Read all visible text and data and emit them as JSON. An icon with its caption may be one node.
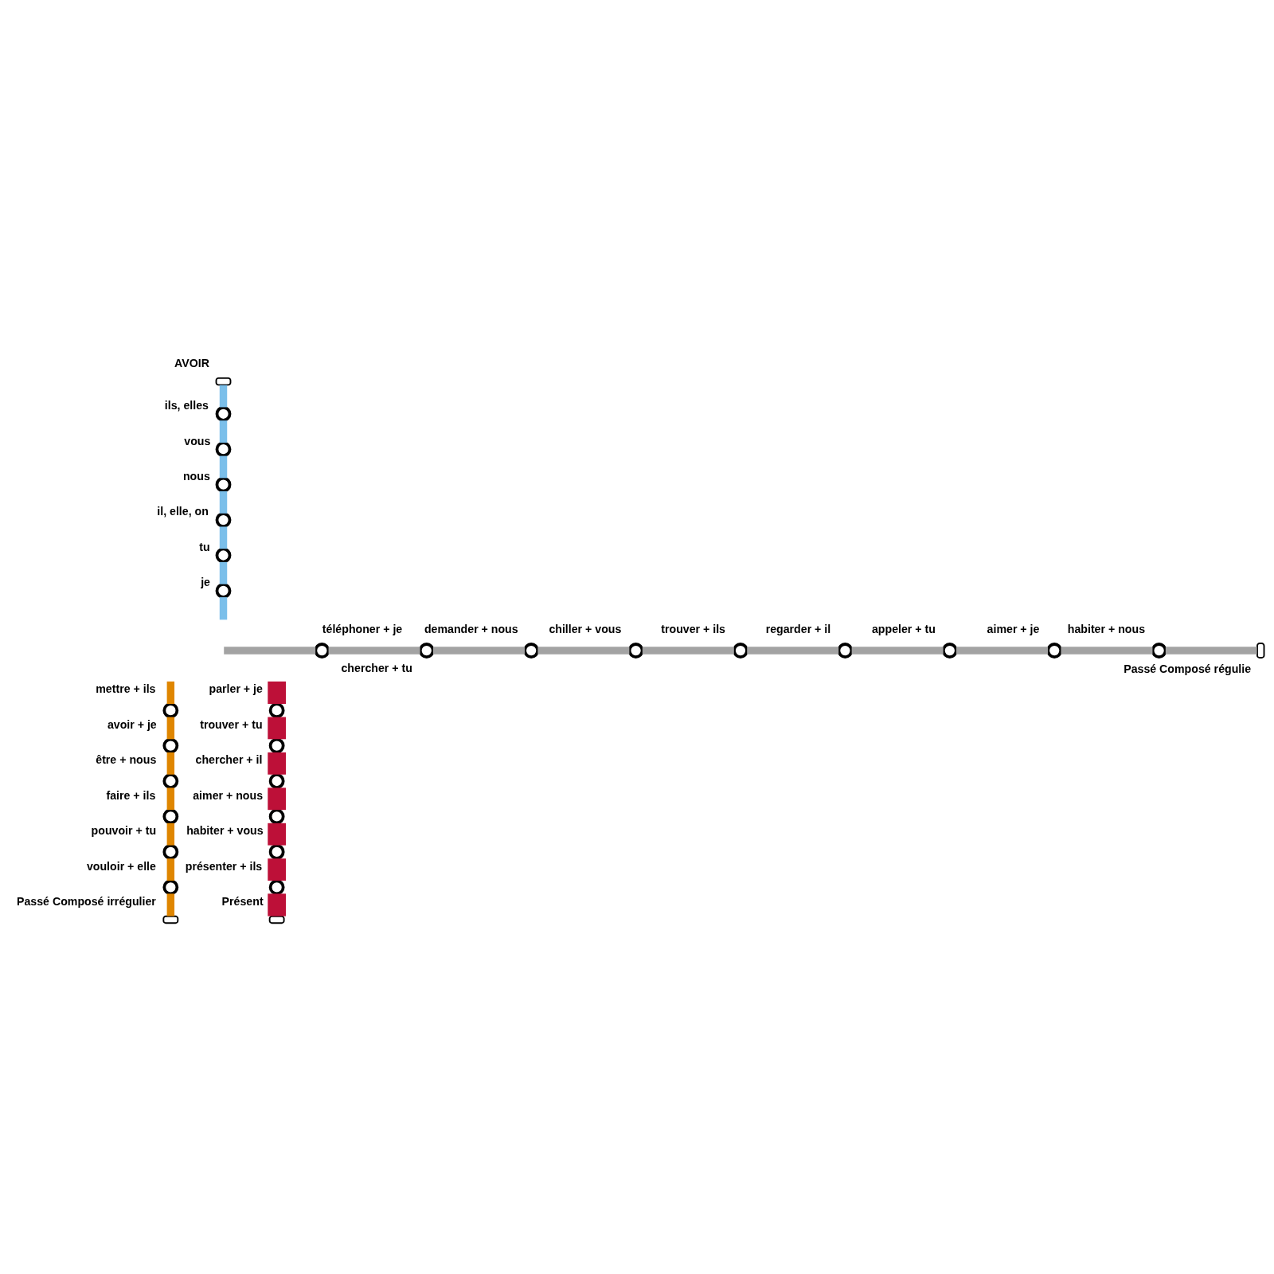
{
  "diagram": {
    "nodes": [
      {
        "text": [],
        "shape": "box",
        "beside": [
          "AVOIR"
        ]
      },
      {
        "text": [],
        "shape": "circle",
        "beside": [
          "ils, elles"
        ]
      },
      {
        "text": [],
        "shape": "circle",
        "beside": [
          "vous"
        ]
      },
      {
        "text": [],
        "shape": "circle",
        "beside": [
          "nous"
        ]
      },
      {
        "text": [],
        "shape": "circle",
        "beside": [
          "il, elle, on"
        ]
      },
      {
        "text": [],
        "shape": "circle",
        "beside": [
          "tu"
        ]
      },
      {
        "text": [],
        "shape": "circle",
        "beside": [
          "je"
        ]
      },
      {
        "text": [],
        "shape": "circle",
        "beside": [
          "téléphoner + je"
        ]
      },
      {
        "text": [],
        "shape": "circle",
        "beside": [
          "chercher + tu"
        ]
      },
      {
        "text": [],
        "shape": "circle",
        "beside": [
          "demander + nous"
        ]
      },
      {
        "text": [],
        "shape": "circle",
        "beside": [
          "chiller + vous"
        ]
      },
      {
        "text": [],
        "shape": "circle",
        "beside": [
          "trouver + ils"
        ]
      },
      {
        "text": [],
        "shape": "circle",
        "beside": [
          "regarder + il"
        ]
      },
      {
        "text": [],
        "shape": "circle",
        "beside": [
          "appeler + tu"
        ]
      },
      {
        "text": [],
        "shape": "circle",
        "beside": [
          "aimer + je"
        ]
      },
      {
        "text": [],
        "shape": "circle",
        "beside": [
          "habiter + nous"
        ]
      },
      {
        "text": [],
        "shape": "box",
        "beside": [
          "Passé Composé régulie"
        ]
      },
      {
        "text": [],
        "shape": "circle",
        "beside": [
          "mettre + ils"
        ]
      },
      {
        "text": [],
        "shape": "circle",
        "beside": [
          "avoir + je"
        ]
      },
      {
        "text": [],
        "shape": "circle",
        "beside": [
          "être + nous"
        ]
      },
      {
        "text": [],
        "shape": "circle",
        "beside": [
          "faire + ils"
        ]
      },
      {
        "text": [],
        "shape": "circle",
        "beside": [
          "pouvoir + tu"
        ]
      },
      {
        "text": [],
        "shape": "circle",
        "beside": [
          "vouloir + elle"
        ]
      },
      {
        "text": [],
        "shape": "box",
        "beside": [
          "Passé Composé irrégulier"
        ]
      },
      {
        "text": [],
        "shape": "circle",
        "beside": [
          "parler + je"
        ]
      },
      {
        "text": [],
        "shape": "circle",
        "beside": [
          "trouver + tu"
        ]
      },
      {
        "text": [],
        "shape": "circle",
        "beside": [
          "chercher + il"
        ]
      },
      {
        "text": [],
        "shape": "circle",
        "beside": [
          "aimer + nous"
        ]
      },
      {
        "text": [],
        "shape": "circle",
        "beside": [
          "habiter + vous"
        ]
      },
      {
        "text": [],
        "shape": "circle",
        "beside": [
          "présenter + ils"
        ]
      },
      {
        "text": [],
        "shape": "box",
        "beside": [
          "Présent"
        ]
      }
    ],
    "edges": [
      {
        "from": 0,
        "to": 1,
        "arrow": "none",
        "color": "#7bbfea"
      },
      {
        "from": 1,
        "to": 2,
        "arrow": "none",
        "color": "#7bbfea"
      },
      {
        "from": 2,
        "to": 3,
        "arrow": "none",
        "color": "#7bbfea"
      },
      {
        "from": 3,
        "to": 4,
        "arrow": "none",
        "color": "#7bbfea"
      },
      {
        "from": 4,
        "to": 5,
        "arrow": "none",
        "color": "#7bbfea"
      },
      {
        "from": 5,
        "to": 6,
        "arrow": "none",
        "color": "#7bbfea"
      },
      {
        "from": 6,
        "to": null,
        "arrow": "none",
        "color": "#7bbfea"
      },
      {
        "from": null,
        "to": 7,
        "arrow": "none"
      },
      {
        "from": 7,
        "to": 8,
        "arrow": "none"
      },
      {
        "from": 8,
        "to": 9,
        "arrow": "none"
      },
      {
        "from": 9,
        "to": 10,
        "arrow": "none"
      },
      {
        "from": 10,
        "to": 11,
        "arrow": "none"
      },
      {
        "from": 11,
        "to": 12,
        "arrow": "none"
      },
      {
        "from": 12,
        "to": 13,
        "arrow": "none"
      },
      {
        "from": 13,
        "to": 14,
        "arrow": "none"
      },
      {
        "from": 14,
        "to": 15,
        "arrow": "none"
      },
      {
        "from": 15,
        "to": 16,
        "arrow": "none"
      },
      {
        "from": null,
        "to": 17,
        "arrow": "none",
        "color": "#df8600"
      },
      {
        "from": 17,
        "to": 18,
        "arrow": "none",
        "color": "#df8600"
      },
      {
        "from": 18,
        "to": 19,
        "arrow": "none",
        "color": "#df8600"
      },
      {
        "from": 19,
        "to": 20,
        "arrow": "none",
        "color": "#df8600"
      },
      {
        "from": 20,
        "to": 21,
        "arrow": "none",
        "color": "#df8600"
      },
      {
        "from": 21,
        "to": 22,
        "arrow": "none",
        "color": "#df8600"
      },
      {
        "from": 22,
        "to": 23,
        "arrow": "none",
        "color": "#df8600"
      },
      {
        "from": null,
        "to": 24,
        "arrow": "none",
        "style": "thick",
        "color": "#bd1038"
      },
      {
        "from": 24,
        "to": 25,
        "arrow": "none",
        "style": "thick",
        "color": "#bd1038"
      },
      {
        "from": 25,
        "to": 26,
        "arrow": "none",
        "style": "thick",
        "color": "#bd1038"
      },
      {
        "from": 26,
        "to": 27,
        "arrow": "none",
        "style": "thick",
        "color": "#bd1038"
      },
      {
        "from": 27,
        "to": 28,
        "arrow": "none",
        "style": "thick",
        "color": "#bd1038"
      },
      {
        "from": 28,
        "to": 29,
        "arrow": "none",
        "style": "thick",
        "color": "#bd1038"
      },
      {
        "from": 29,
        "to": 30,
        "arrow": "none",
        "style": "thick",
        "color": "#bd1038"
      }
    ]
  }
}
